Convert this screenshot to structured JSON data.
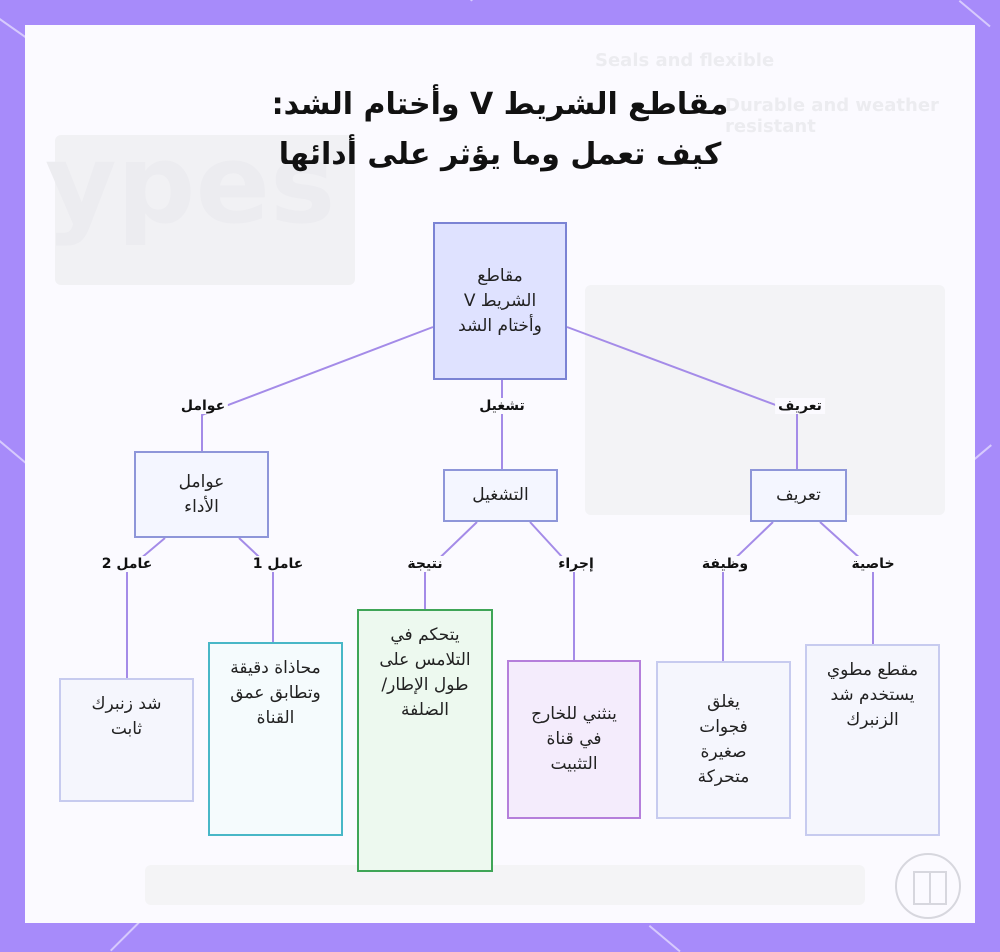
{
  "title": {
    "line1": "مقاطع الشريط V وأختام الشد:",
    "line2": "كيف تعمل وما يؤثر على أدائها"
  },
  "nodes": {
    "root": "مقاطع الشريط V وأختام الشد",
    "factors": "عوامل الأداء",
    "operation": "التشغيل",
    "definition": "تعريف",
    "fixed_spring": "شد زنبرك ثابت",
    "alignment": "محاذاة دقيقة وتطابق عمق القناة",
    "contact_control": "يتحكم في التلامس على طول الإطار/ الضلفة",
    "bends_out": "ينثني للخارج في قناة التثبيت",
    "closes_gaps": "يغلق فجوات صغيرة متحركة",
    "folded_section": "مقطع مطوي يستخدم شد الزنبرك"
  },
  "edge_labels": {
    "factors": "عوامل",
    "operation": "تشغيل",
    "definition": "تعريف",
    "factor2": "عامل 2",
    "factor1": "عامل 1",
    "result": "نتيجة",
    "procedure": "إجراء",
    "function": "وظيفة",
    "property": "خاصية"
  },
  "background_text": {
    "ghost_word": "ypes",
    "ghost_header_1": "Seals and flexible",
    "ghost_header_2": "Durable and weather resistant"
  },
  "colors": {
    "frame": "#a78bfa",
    "edge": "#a48be8",
    "root_fill": "#dfe2ff",
    "teal_border": "#48b7c7",
    "green_border": "#3fa557",
    "purple_border": "#b57fdb"
  }
}
